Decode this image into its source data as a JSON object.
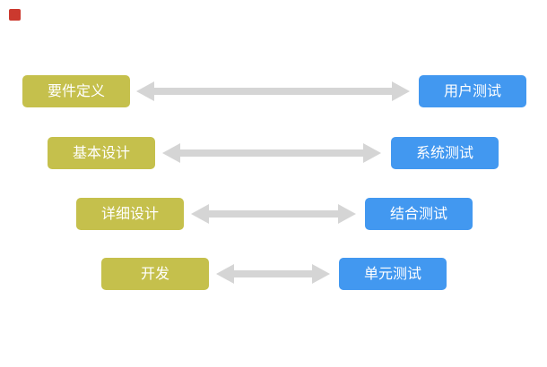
{
  "diagram": {
    "rows": [
      {
        "left": "要件定义",
        "right": "用户测试"
      },
      {
        "left": "基本设计",
        "right": "系统测试"
      },
      {
        "left": "详细设计",
        "right": "结合测试"
      },
      {
        "left": "开发",
        "right": "单元测试"
      }
    ],
    "connector_icon": "double-headed-arrow",
    "colors": {
      "left_box": "#c5c04c",
      "right_box": "#4298f0",
      "arrow": "#d5d5d5",
      "box_text": "#ffffff",
      "marker": "#cb392e"
    }
  },
  "marker": {
    "icon": "red-square-icon"
  }
}
